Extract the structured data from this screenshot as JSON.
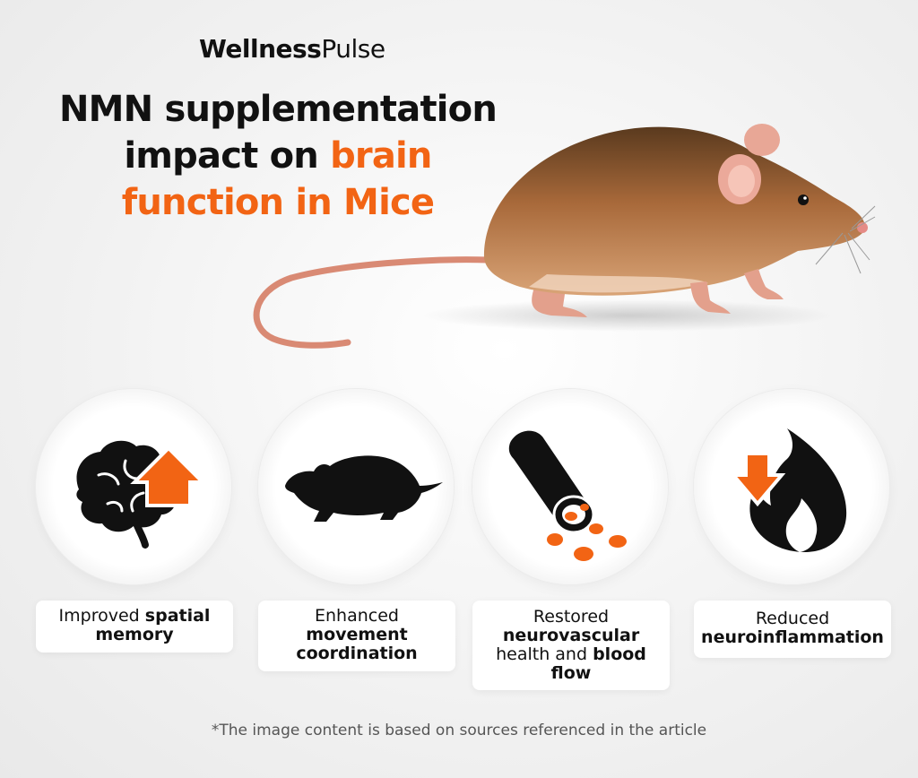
{
  "brand": {
    "part1": "Wellness",
    "part2": "Pulse"
  },
  "title": {
    "line1": "NMN supplementation",
    "line2_plain": "impact on ",
    "line2_highlight": "brain",
    "line3_highlight": "function in Mice"
  },
  "colors": {
    "accent": "#f26414",
    "text": "#111111"
  },
  "benefits": [
    {
      "icon": "brain-arrow-up-icon",
      "plain": "Improved ",
      "bold": "spatial memory"
    },
    {
      "icon": "mouse-silhouette-icon",
      "plain": "Enhanced ",
      "bold": "movement coordination"
    },
    {
      "icon": "blood-vessel-icon",
      "plain": "Restored ",
      "bold1": "neurovascular",
      "plain2": " health and ",
      "bold2": "blood flow"
    },
    {
      "icon": "flame-arrow-down-icon",
      "plain": "Reduced ",
      "bold": "neuroinflammation"
    }
  ],
  "footnote": "*The image content is based on sources referenced in the article"
}
